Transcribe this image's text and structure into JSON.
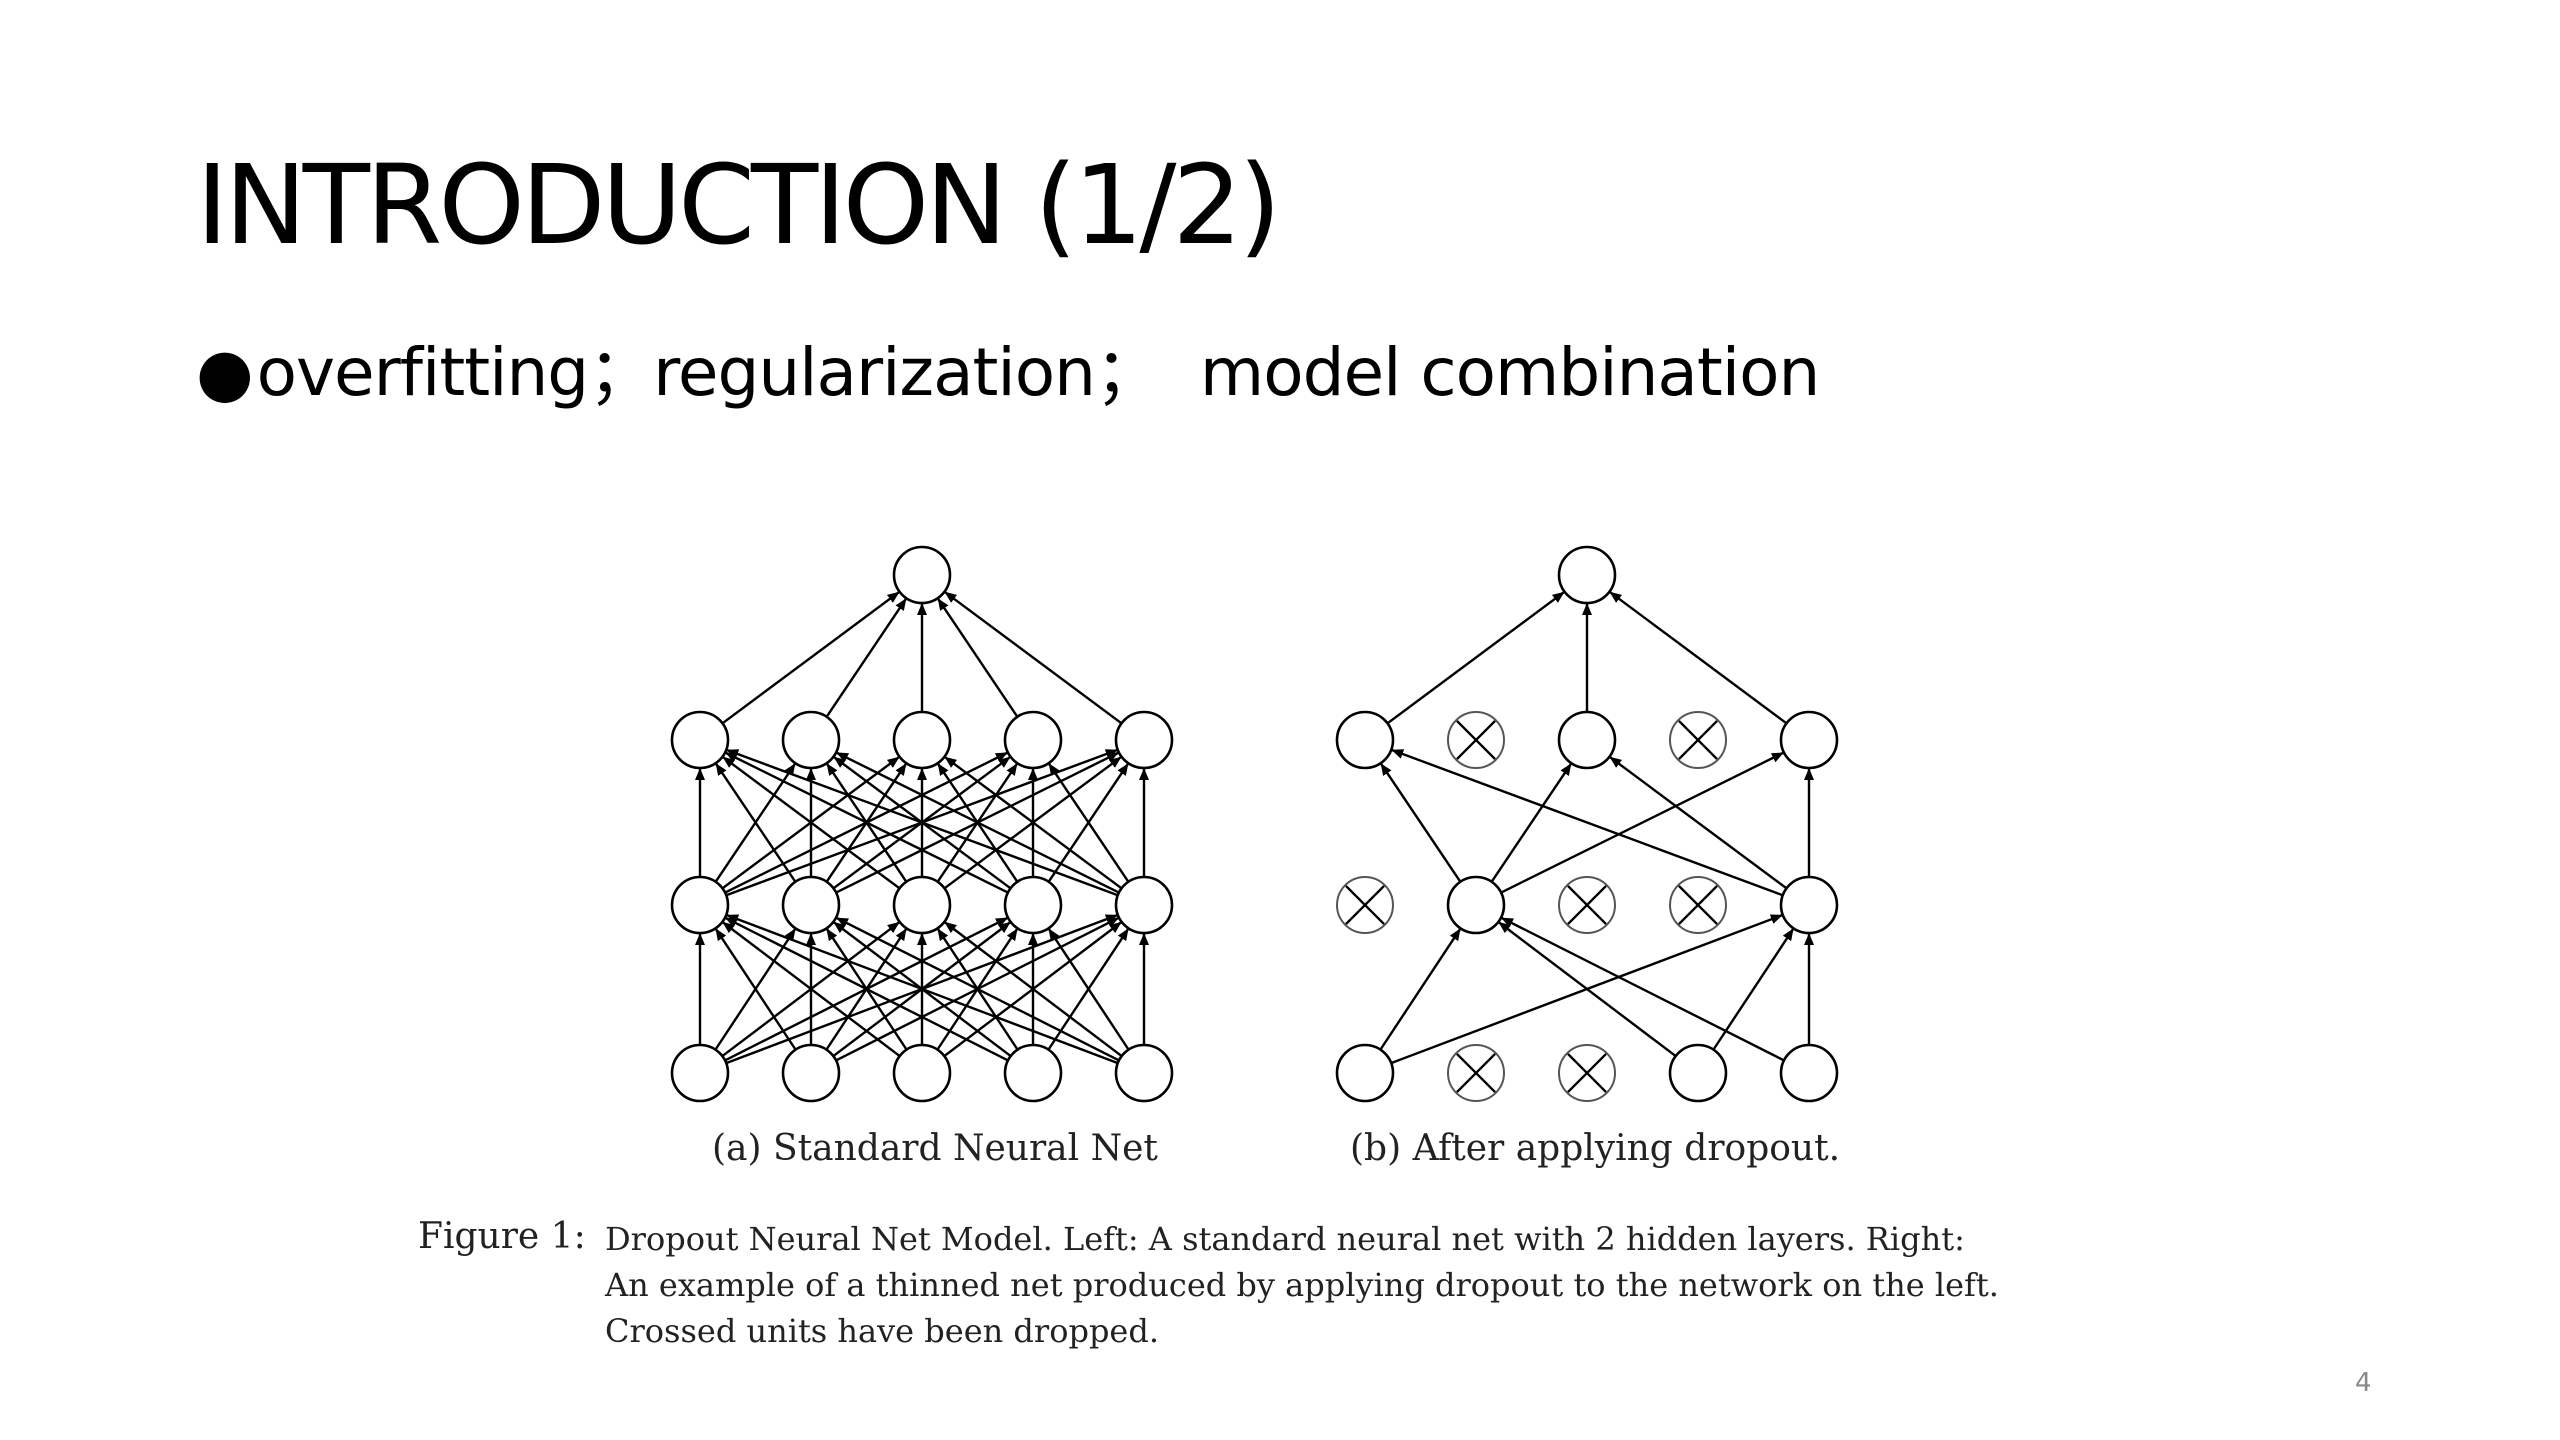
{
  "slide": {
    "title": "INTRODUCTION (1/2)",
    "bullet_symbol": "●",
    "bullet_text": "overfitting；regularization；  model combination",
    "page_number": "4"
  },
  "figure": {
    "left_caption": "(a) Standard Neural Net",
    "right_caption": "(b) After applying dropout.",
    "caption_label": "Figure 1:",
    "caption_lines": [
      "Dropout Neural Net Model. Left: A standard neural net with 2 hidden layers. Right:",
      "An example of a thinned net produced by applying dropout to the network on the left.",
      "Crossed units have been dropped."
    ],
    "left_net": {
      "layers": [
        {
          "name": "input",
          "units": 5,
          "dropped": [
            false,
            false,
            false,
            false,
            false
          ]
        },
        {
          "name": "hidden1",
          "units": 5,
          "dropped": [
            false,
            false,
            false,
            false,
            false
          ]
        },
        {
          "name": "hidden2",
          "units": 5,
          "dropped": [
            false,
            false,
            false,
            false,
            false
          ]
        },
        {
          "name": "output",
          "units": 1,
          "dropped": [
            false
          ]
        }
      ]
    },
    "right_net": {
      "layers": [
        {
          "name": "input",
          "units": 5,
          "dropped": [
            false,
            true,
            true,
            false,
            false
          ]
        },
        {
          "name": "hidden1",
          "units": 5,
          "dropped": [
            true,
            false,
            true,
            true,
            false
          ]
        },
        {
          "name": "hidden2",
          "units": 5,
          "dropped": [
            false,
            true,
            false,
            true,
            false
          ]
        },
        {
          "name": "output",
          "units": 1,
          "dropped": [
            false
          ]
        }
      ]
    }
  }
}
